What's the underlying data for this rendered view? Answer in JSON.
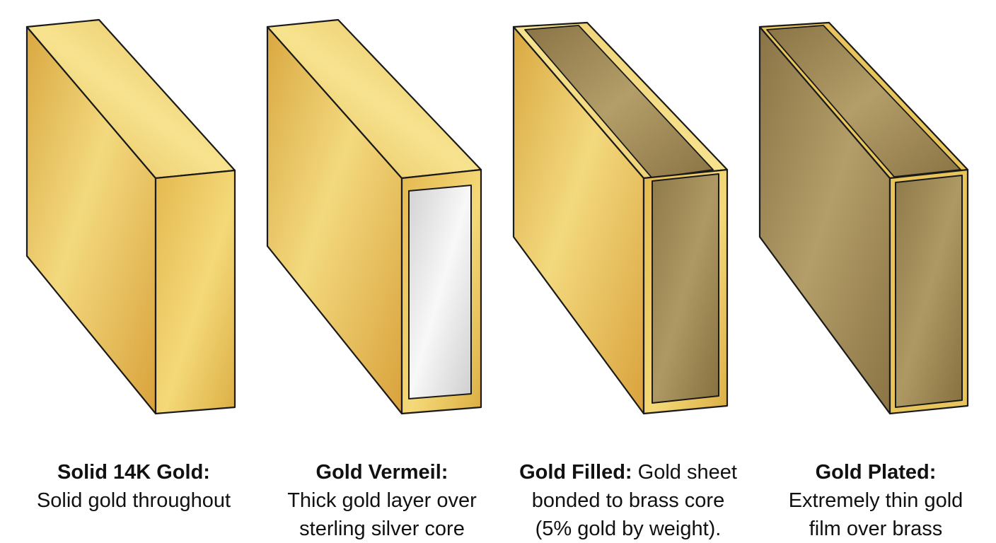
{
  "blocks": [
    {
      "id": "solid",
      "label": "Solid 14K Gold:",
      "description_lines": [
        "Solid gold throughout"
      ],
      "core_color": "#e9c35a"
    },
    {
      "id": "vermeil",
      "label": "Gold Vermeil:",
      "description_lines": [
        "Thick gold layer over",
        "sterling silver core"
      ],
      "core_color": "#e6e6e6"
    },
    {
      "id": "filled",
      "label": "Gold Filled:",
      "label_inline_text": " Gold sheet",
      "description_lines": [
        "bonded to brass core",
        "(5% gold by weight)."
      ],
      "core_color": "#8f7a4a"
    },
    {
      "id": "plated",
      "label": "Gold Plated:",
      "description_lines": [
        "Extremely thin gold",
        "film over brass"
      ],
      "core_color": "#a08b5c"
    }
  ],
  "colors": {
    "gold_light": "#f5de86",
    "gold_mid": "#e8c45c",
    "gold_dark": "#d7a942",
    "brass_light": "#b09a66",
    "brass_dark": "#857044",
    "silver_light": "#f6f6f6",
    "silver_dark": "#d0d0d0",
    "outline": "#1a1a1a"
  }
}
